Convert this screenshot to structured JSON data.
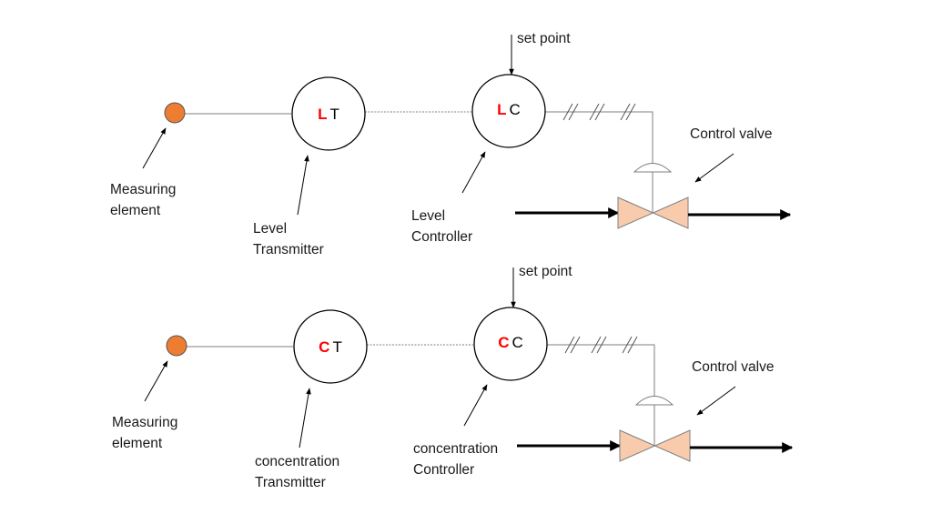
{
  "colors": {
    "sensor": "#ED7D31",
    "valve_fill": "#F8CBAD",
    "line": "#7f7f7f",
    "variable_letter": "#FF0000",
    "text": "#1a1a1a"
  },
  "loops": [
    {
      "sensor_label": [
        "Measuring",
        "element"
      ],
      "transmitter": {
        "variable": "L",
        "function": "T"
      },
      "transmitter_label": [
        "Level",
        "Transmitter"
      ],
      "controller": {
        "variable": "L",
        "function": "C"
      },
      "controller_label": [
        "Level",
        "Controller"
      ],
      "setpoint_label": "set point",
      "valve_label": "Control valve"
    },
    {
      "sensor_label": [
        "Measuring",
        "element"
      ],
      "transmitter": {
        "variable": "C",
        "function": "T"
      },
      "transmitter_label": [
        "concentration",
        "Transmitter"
      ],
      "controller": {
        "variable": "C",
        "function": "C"
      },
      "controller_label": [
        "concentration",
        "Controller"
      ],
      "setpoint_label": "set point",
      "valve_label": "Control valve"
    }
  ]
}
